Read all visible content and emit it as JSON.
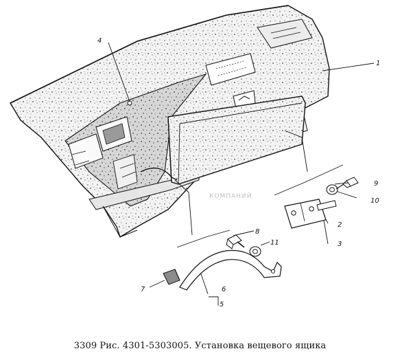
{
  "caption": "3309 Рис. 4301-5303005. Установка вещевого ящика",
  "watermark": "КОМПАНИЙ",
  "callouts": {
    "c1": "1",
    "c2": "2",
    "c3": "3",
    "c4": "4",
    "c5": "5",
    "c6": "6",
    "c7": "7",
    "c8": "8",
    "c9": "9",
    "c10": "10",
    "c11": "11"
  }
}
